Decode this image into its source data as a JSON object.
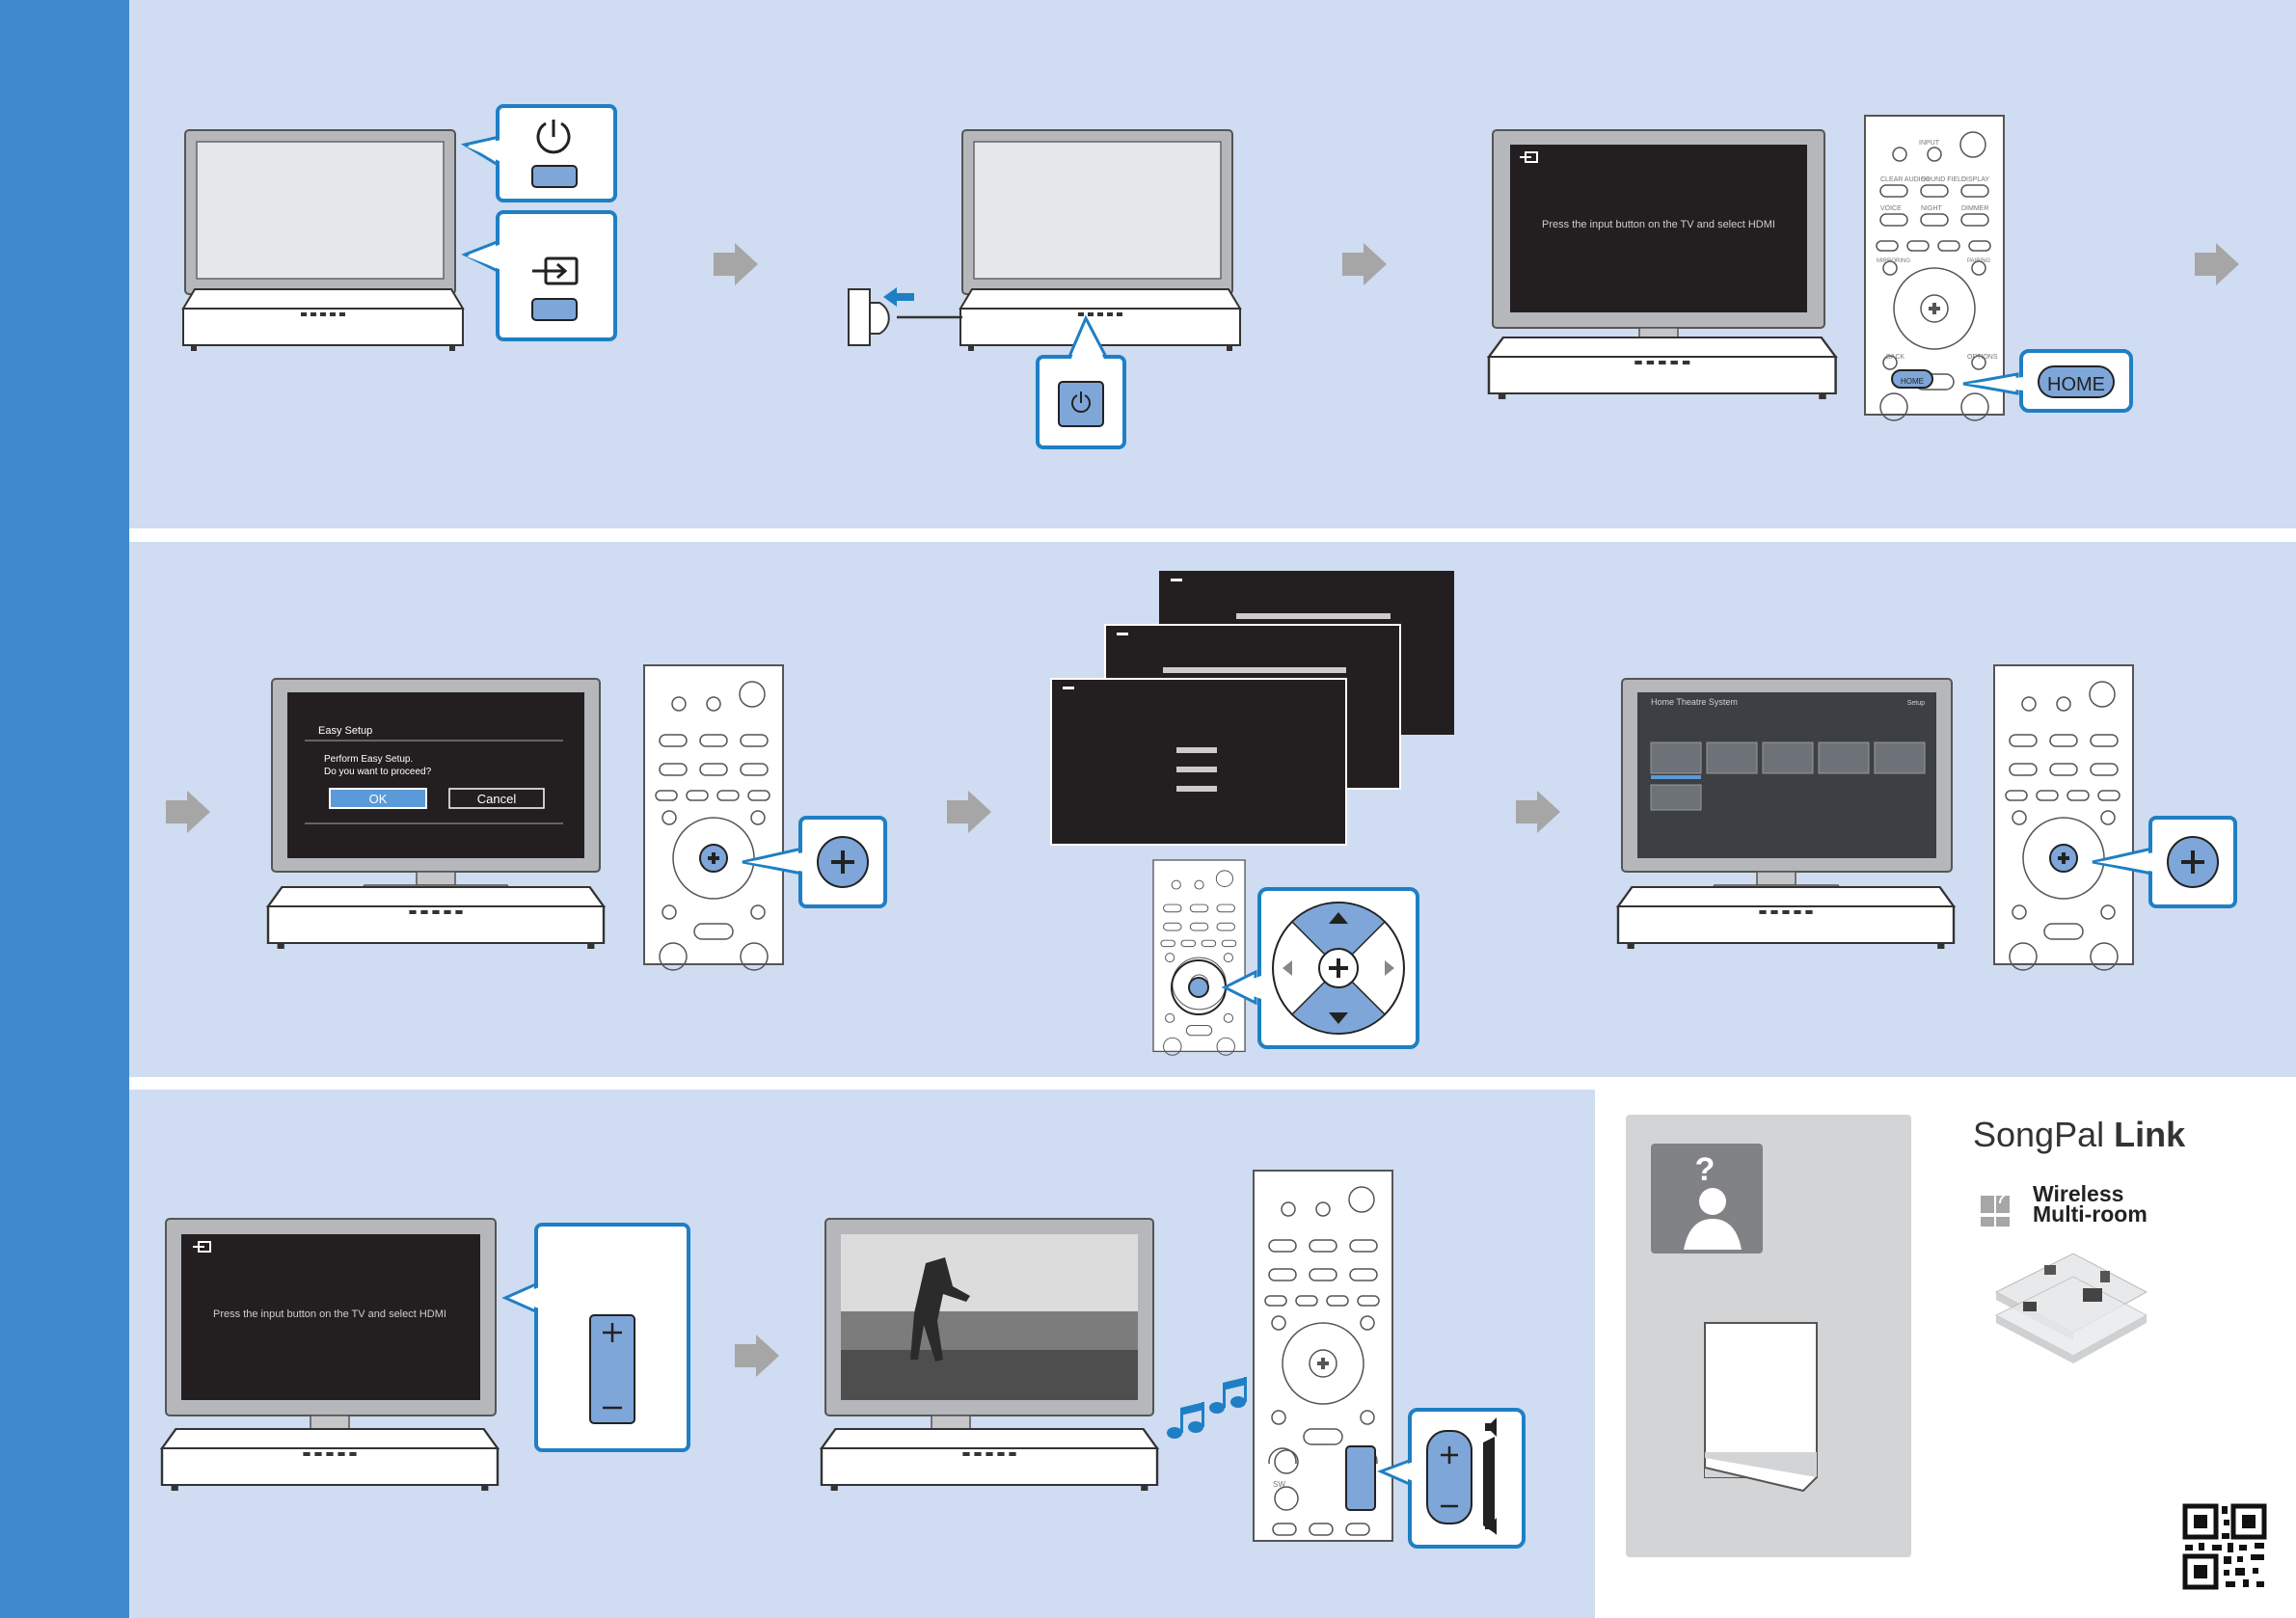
{
  "tv_screen": {
    "message": "Press the input button on the TV and select HDMI"
  },
  "remote": {
    "input": "INPUT",
    "clear_audio": "CLEAR AUDIO+",
    "sound_field": "SOUND FIELD",
    "display": "DISPLAY",
    "voice": "VOICE",
    "night": "NIGHT",
    "dimmer": "DIMMER",
    "mirroring": "MIRRORING",
    "pairing": "PAIRING",
    "back": "BACK",
    "options": "OPTIONS",
    "home": "HOME",
    "sw": "SW"
  },
  "home_callout": "HOME",
  "easy_setup": {
    "title": "Easy Setup",
    "line1": "Perform Easy Setup.",
    "line2": "Do you want to proceed?",
    "ok": "OK",
    "cancel": "Cancel"
  },
  "menu_screen": {
    "title": "Home Theatre System",
    "setup": "Setup"
  },
  "songpal": {
    "brand": "SongPal",
    "brand_bold": "Link",
    "feature_line1": "Wireless",
    "feature_line2": "Multi-room"
  },
  "colors": {
    "sidebar": "#3f89cc",
    "panel": "#cfdcf1",
    "accent_blue": "#1f7fc4",
    "callout_fill": "#7ea6d8",
    "arrow_gray": "#a6a6a6"
  }
}
